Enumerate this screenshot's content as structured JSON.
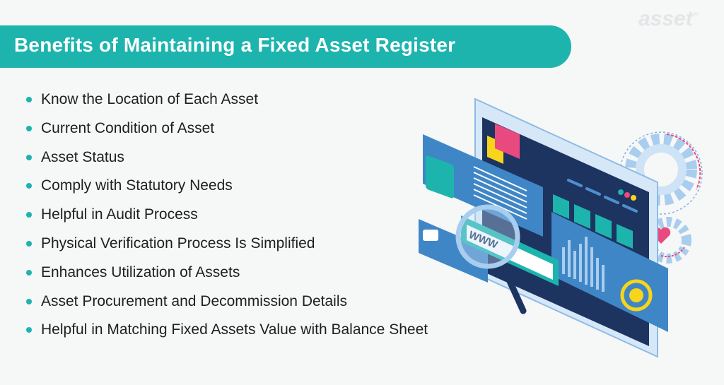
{
  "header": {
    "title": "Benefits of Maintaining a Fixed Asset Register",
    "logo_text": "asset",
    "logo_mark": "∞"
  },
  "benefits": [
    "Know the Location of Each Asset",
    "Current Condition of Asset",
    "Asset Status",
    "Comply with Statutory Needs",
    "Helpful in Audit Process",
    "Physical Verification Process Is Simplified",
    "Enhances Utilization of Assets",
    "Asset Procurement and Decommission Details",
    "Helpful in Matching Fixed Assets Value with Balance Sheet"
  ],
  "illustration": {
    "search_text": "WWW",
    "icons": [
      "monitor-dashboard",
      "gear",
      "magnifier",
      "heart",
      "user",
      "bar-chart"
    ]
  },
  "colors": {
    "accent": "#1db4ae",
    "text": "#1f1f1f",
    "background": "#f6f7f7",
    "navy": "#1d3461",
    "blue": "#3f86c6",
    "pink": "#e84a7f",
    "yellow": "#f7d51b"
  }
}
